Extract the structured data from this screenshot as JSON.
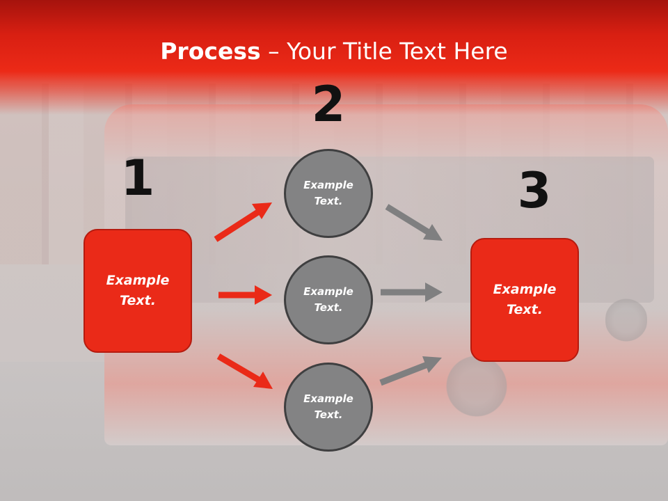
{
  "title": {
    "bold": "Process",
    "rest": " – Your Title Text Here"
  },
  "steps": {
    "one": "1",
    "two": "2",
    "three": "3"
  },
  "boxes": {
    "left": [
      "Example",
      "Text."
    ],
    "right": [
      "Example",
      "Text."
    ]
  },
  "circles": {
    "top": [
      "Example",
      "Text."
    ],
    "middle": [
      "Example",
      "Text."
    ],
    "bottom": [
      "Example",
      "Text."
    ]
  },
  "colors": {
    "accent_red": "#ea2a18",
    "circle_gray": "#838384",
    "arrow_gray": "#7f7f80",
    "text_dark": "#111111"
  },
  "icons": {
    "arrows": "right-arrow-icon"
  }
}
